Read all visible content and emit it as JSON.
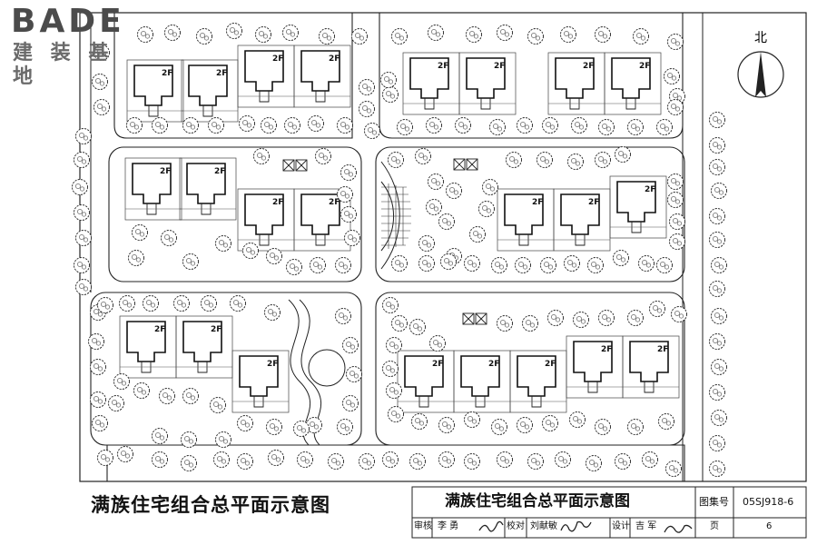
{
  "logo": {
    "brand": "BADE",
    "subtitle": "建 装 基 地"
  },
  "compass": {
    "north_label": "北"
  },
  "drawing_title": "满族住宅组合总平面示意图",
  "house_floor_label": "2F",
  "title_block": {
    "title": "满族住宅组合总平面示意图",
    "atlas_label": "图集号",
    "atlas_number": "05SJ918-6",
    "review_label": "审核",
    "reviewer": "李 勇",
    "check_label": "校对",
    "checker": "刘献敏",
    "design_label": "设计",
    "designer": "吉 军",
    "page_label": "页",
    "page_number": "6"
  }
}
